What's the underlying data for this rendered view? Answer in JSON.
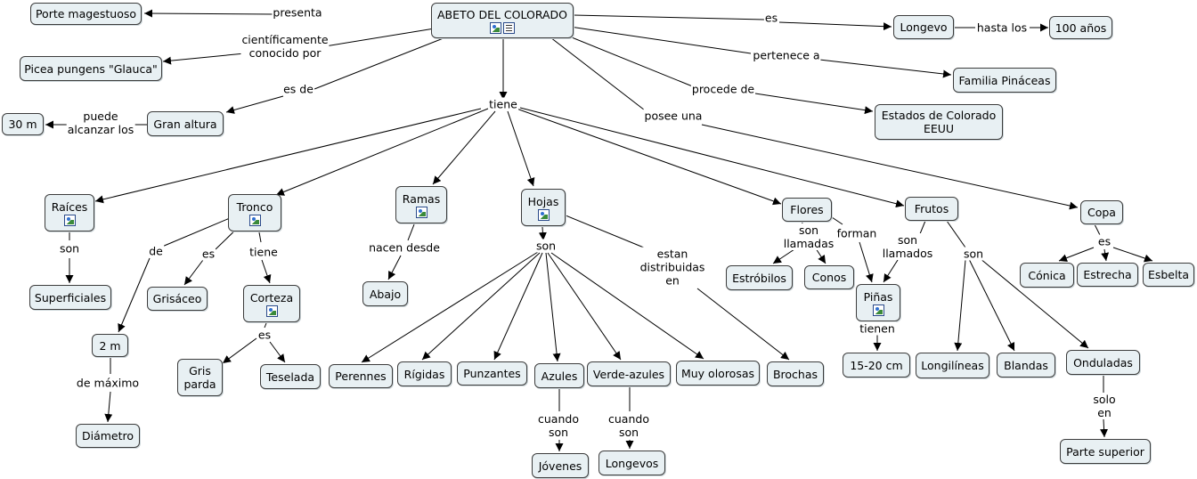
{
  "nodes": {
    "abeto": "ABETO DEL COLORADO",
    "porte": "Porte magestuoso",
    "picea": "Picea pungens \"Glauca\"",
    "m30": "30 m",
    "gran_altura": "Gran altura",
    "longevo": "Longevo",
    "anios100": "100 años",
    "familia": "Familia Pináceas",
    "estados": "Estados de Colorado\nEEUU",
    "raices": "Raíces",
    "superficiales": "Superficiales",
    "tronco": "Tronco",
    "grisaceo": "Grisáceo",
    "corteza": "Corteza",
    "dos_m": "2 m",
    "diametro": "Diámetro",
    "gris_parda": "Gris\nparda",
    "teselada": "Teselada",
    "ramas": "Ramas",
    "abajo": "Abajo",
    "hojas": "Hojas",
    "perennes": "Perennes",
    "rigidas": "Rígidas",
    "punzantes": "Punzantes",
    "azules": "Azules",
    "verde_azules": "Verde-azules",
    "muy_olorosas": "Muy olorosas",
    "jovenes": "Jóvenes",
    "longevos": "Longevos",
    "brochas": "Brochas",
    "flores": "Flores",
    "estrobilos": "Estróbilos",
    "conos": "Conos",
    "pinas": "Piñas",
    "cm": "15-20 cm",
    "frutos": "Frutos",
    "longilineas": "Longilíneas",
    "blandas": "Blandas",
    "onduladas": "Onduladas",
    "parte_superior": "Parte superior",
    "copa": "Copa",
    "conica": "Cónica",
    "estrecha": "Estrecha",
    "esbelta": "Esbelta"
  },
  "links": {
    "presenta": "presenta",
    "cientificamente": "científicamente\nconocido por",
    "es_de": "es de",
    "puede": "puede\nalcanzar los",
    "es": "es",
    "hasta_los": "hasta los",
    "pertenece": "pertenece a",
    "procede": "procede de",
    "posee": "posee una",
    "tiene": "tiene",
    "son_raices": "son",
    "de_tronco": "de",
    "es_tronco": "es",
    "tiene_tronco": "tiene",
    "de_maximo": "de máximo",
    "es_corteza": "es",
    "nacen": "nacen desde",
    "son_hojas": "son",
    "estan": "estan\ndistribuidas\nen",
    "cuando_azules": "cuando\nson",
    "cuando_verde": "cuando\nson",
    "son_llamadas_flores": "son\nllamadas",
    "forman": "forman",
    "son_llamados_frutos": "son\nllamados",
    "tienen": "tienen",
    "son_frutos": "son",
    "solo_en": "solo\nen",
    "es_copa": "es"
  }
}
